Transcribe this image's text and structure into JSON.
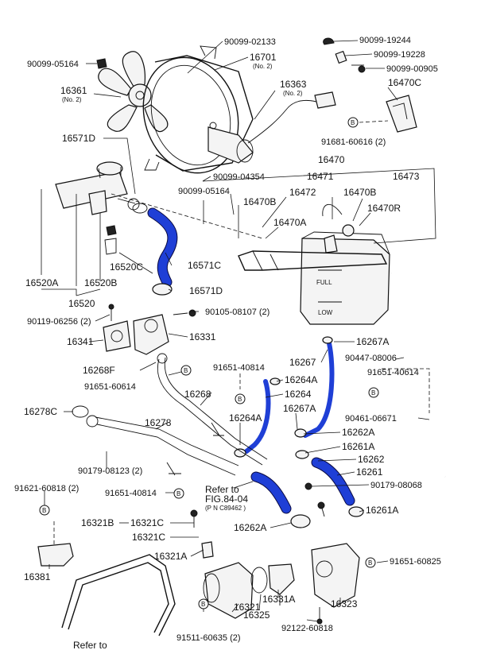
{
  "callouts": {
    "p90099_02133": "90099-02133",
    "p16701": "16701",
    "p16701_sub": "(No. 2)",
    "p90099_05164_top": "90099-05164",
    "p16361": "16361",
    "p16361_sub": "(No. 2)",
    "p16363": "16363",
    "p16363_sub": "(No. 2)",
    "p90099_19244": "90099-19244",
    "p90099_19228": "90099-19228",
    "p90099_00905": "90099-00905",
    "p16470C": "16470C",
    "p91681_60616": "91681-60616 (2)",
    "p16571D_top": "16571D",
    "p16470": "16470",
    "p90099_04354": "90099-04354",
    "p16471": "16471",
    "p16473": "16473",
    "p90099_05164_mid": "90099-05164",
    "p16472": "16472",
    "p16470B_a": "16470B",
    "p16470B_b": "16470B",
    "p16470R": "16470R",
    "p16470A": "16470A",
    "p16520C": "16520C",
    "p16571C": "16571C",
    "p16520A": "16520A",
    "p16520B": "16520B",
    "p16571D_bot": "16571D",
    "p16520": "16520",
    "p90105_08107": "90105-08107 (2)",
    "p90119_06256": "90119-06256 (2)",
    "p16341": "16341",
    "p16331": "16331",
    "p16267A_top": "16267A",
    "p16267": "16267",
    "p90447_08006": "90447-08006",
    "p16268F": "16268F",
    "p91651_40814_a": "91651-40814",
    "p16264A_a": "16264A",
    "p91651_40614": "91651-40614",
    "p91651_60614": "91651-60614",
    "p16264": "16264",
    "p16268": "16268",
    "p16278C": "16278C",
    "p16264A_b": "16264A",
    "p16267A_b": "16267A",
    "p90461_06671": "90461-06671",
    "p16278": "16278",
    "p16262A_a": "16262A",
    "p16261A_a": "16261A",
    "p16262": "16262",
    "p90179_08123": "90179-08123 (2)",
    "p16261": "16261",
    "p90179_08068": "90179-08068",
    "p91621_60818": "91621-60818 (2)",
    "p91651_40814_b": "91651-40814",
    "refer_to": "Refer to",
    "fig_ref": "FIG.84-04",
    "pnc_ref": "(P N C89462 )",
    "p16261A_b": "16261A",
    "p16321B": "16321B",
    "p16321C_a": "16321C",
    "p16262A_b": "16262A",
    "p16321C_b": "16321C",
    "p16381": "16381",
    "p16321A": "16321A",
    "p91651_60825": "91651-60825",
    "p16331A": "16331A",
    "p16323": "16323",
    "p16321": "16321",
    "p16325": "16325",
    "p91511_60635": "91511-60635 (2)",
    "p92122_60818": "92122-60818",
    "refer_to_bottom": "Refer to"
  },
  "badge_letter": "B",
  "tank_marks": {
    "full": "FULL",
    "low": "LOW"
  },
  "colors": {
    "highlight_hose": "#1f3fd6",
    "line": "#111111",
    "background": "#ffffff"
  }
}
